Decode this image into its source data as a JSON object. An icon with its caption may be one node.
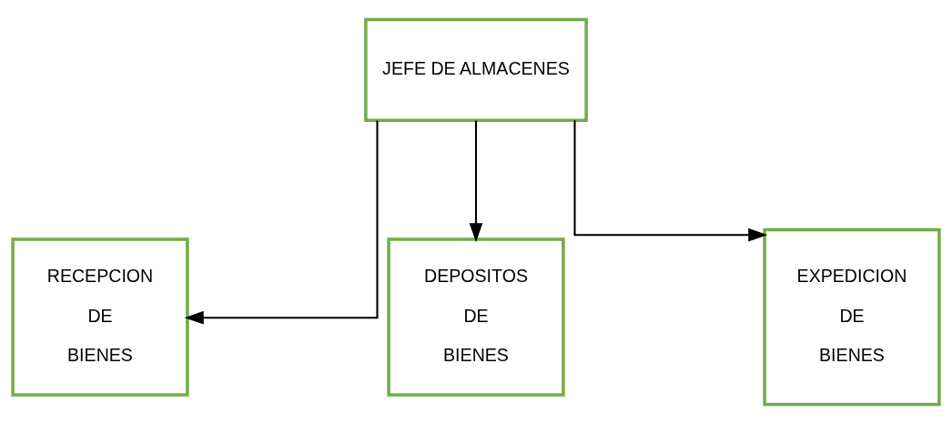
{
  "diagram": {
    "nodes": [
      {
        "text": [
          "JEFE DE ALMACENES"
        ]
      },
      {
        "text": [
          "RECEPCION DE BIENES"
        ]
      },
      {
        "text": [
          "DEPOSITOS DE BIENES"
        ]
      },
      {
        "text": [
          "EXPEDICION DE BIENES"
        ]
      }
    ],
    "edges": [
      {
        "from": 0,
        "to": 1,
        "arrow": "to"
      },
      {
        "from": 0,
        "to": 2,
        "arrow": "to"
      },
      {
        "from": 0,
        "to": 3,
        "arrow": "to"
      }
    ]
  }
}
